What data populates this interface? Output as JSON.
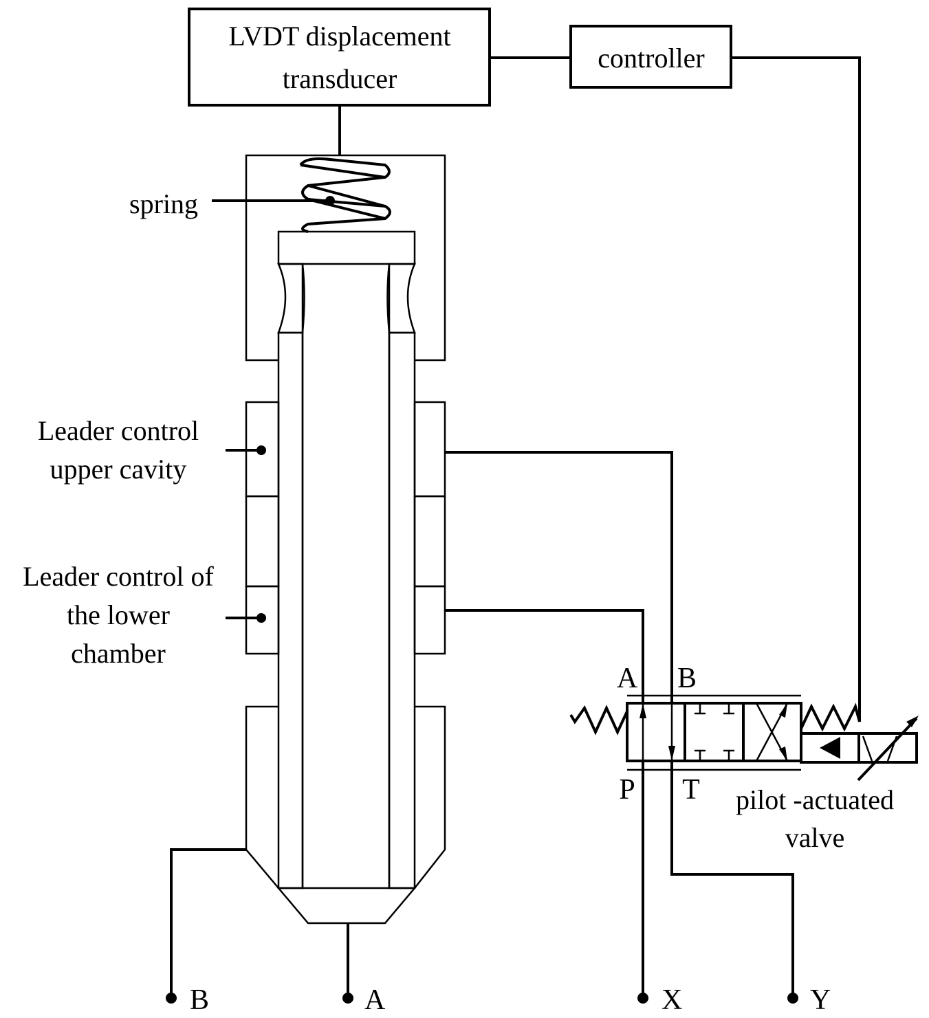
{
  "labels": {
    "lvdt_line1": "LVDT displacement",
    "lvdt_line2": "transducer",
    "controller": "controller",
    "spring": "spring",
    "upper_cavity_line1": "Leader control",
    "upper_cavity_line2": "upper cavity",
    "lower_chamber_line1": "Leader control of",
    "lower_chamber_line2": "the lower",
    "lower_chamber_line3": "chamber",
    "pilot_valve_line1": "pilot -actuated",
    "pilot_valve_line2": "valve"
  },
  "valve_ports": {
    "a": "A",
    "b": "B",
    "p": "P",
    "t": "T"
  },
  "terminals": {
    "b": "B",
    "a": "A",
    "x": "X",
    "y": "Y"
  }
}
